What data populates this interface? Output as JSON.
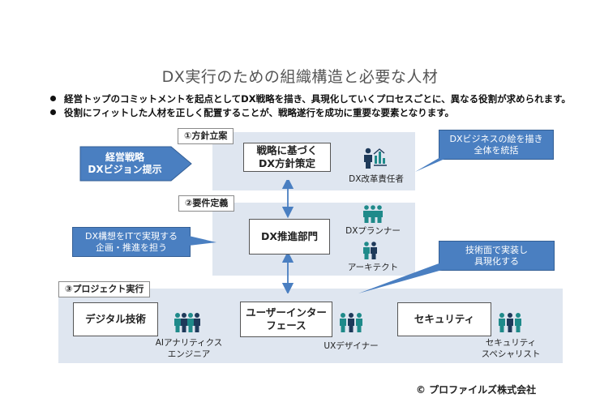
{
  "title": "DX実行のための組織構造と必要な人材",
  "bullets": [
    "経営トップのコミットメントを起点としてDX戦略を描き、具現化していくプロセスごとに、異なる役割が求められます。",
    "役割にフィットした人材を正しく配置することが、戦略遂行を成功に重要な要素となります。"
  ],
  "stages": {
    "policy": {
      "label": "①方針立案",
      "box": "戦略に基づく\nDX方針策定",
      "roles": [
        "DX改革責任者"
      ]
    },
    "requirements": {
      "label": "②要件定義",
      "box": "DX推進部門",
      "roles": [
        "DXプランナー",
        "アーキテクト"
      ]
    },
    "project": {
      "label": "③プロジェクト実行",
      "boxes": [
        "デジタル技術",
        "ユーザーインター\nフェース",
        "セキュリティ"
      ],
      "roles": [
        "AIアナリティクス\nエンジニア",
        "UXデザイナー",
        "セキュリティ\nスペシャリスト"
      ]
    }
  },
  "callouts": {
    "strategy": "経営戦略\nDXビジョン提示",
    "business": "DXビジネスの絵を描き\n全体を統括",
    "planning": "DX構想をITで実現する\n企画・推進を担う",
    "technical": "技術面で実装し\n具現化する"
  },
  "copyright": "© プロファイルズ株式会社",
  "colors": {
    "panel": "#dfe6f0",
    "callout": "#4a7fc1",
    "arrow": "#4a7fc1",
    "people_teal": "#1f8a8a",
    "people_dark": "#1e3a5a"
  },
  "icons": {
    "people": "people-group-icon",
    "leader": "leader-with-chart-icon"
  }
}
